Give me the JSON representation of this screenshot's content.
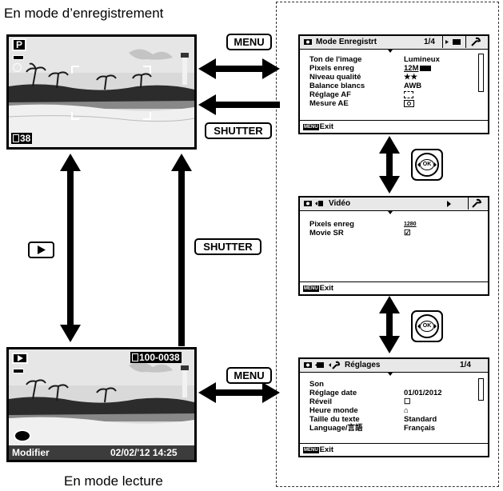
{
  "captions": {
    "record_mode": "En mode d’enregistrement",
    "playback_mode": "En mode lecture"
  },
  "buttons": {
    "menu": "MENU",
    "shutter": "SHUTTER"
  },
  "record_screen": {
    "mode_icon": "P",
    "shots_remaining": "38",
    "battery_icon": "battery-icon",
    "face_icon": "face-detect-icon"
  },
  "playback_screen": {
    "file_number": "100-0038",
    "modify_label": "Modifier",
    "datetime": "02/02/'12 14:25"
  },
  "menu_rec": {
    "title": "Mode Enregistrt",
    "page": "1/4",
    "rows": [
      {
        "label": "Ton de l'image",
        "value": "Lumineux"
      },
      {
        "label": "Pixels enreg",
        "value": "12M"
      },
      {
        "label": "Niveau qualité",
        "value": "★★"
      },
      {
        "label": "Balance blancs",
        "value": "AWB"
      },
      {
        "label": "Réglage AF",
        "value": ""
      },
      {
        "label": "Mesure AE",
        "value": ""
      }
    ],
    "footer_key": "MENU",
    "footer": "Exit"
  },
  "menu_video": {
    "title": "Vidéo",
    "rows": [
      {
        "label": "Pixels enreg",
        "value": "1280"
      },
      {
        "label": "Movie SR",
        "value": "☑"
      }
    ],
    "footer_key": "MENU",
    "footer": "Exit"
  },
  "menu_settings": {
    "title": "Réglages",
    "page": "1/4",
    "rows": [
      {
        "label": "Son",
        "value": ""
      },
      {
        "label": "Réglage date",
        "value": "01/01/2012"
      },
      {
        "label": "Réveil",
        "value": "☐"
      },
      {
        "label": "Heure monde",
        "value": "⌂"
      },
      {
        "label": "Taille du texte",
        "value": "Standard"
      },
      {
        "label": "Language/言語",
        "value": "Français"
      }
    ],
    "footer_key": "MENU",
    "footer": "Exit"
  },
  "ok_pad_label": "OK",
  "colors": {
    "sky": "#dcdcdc",
    "sea": "#7a7a7a",
    "land": "#2c2c2c"
  }
}
